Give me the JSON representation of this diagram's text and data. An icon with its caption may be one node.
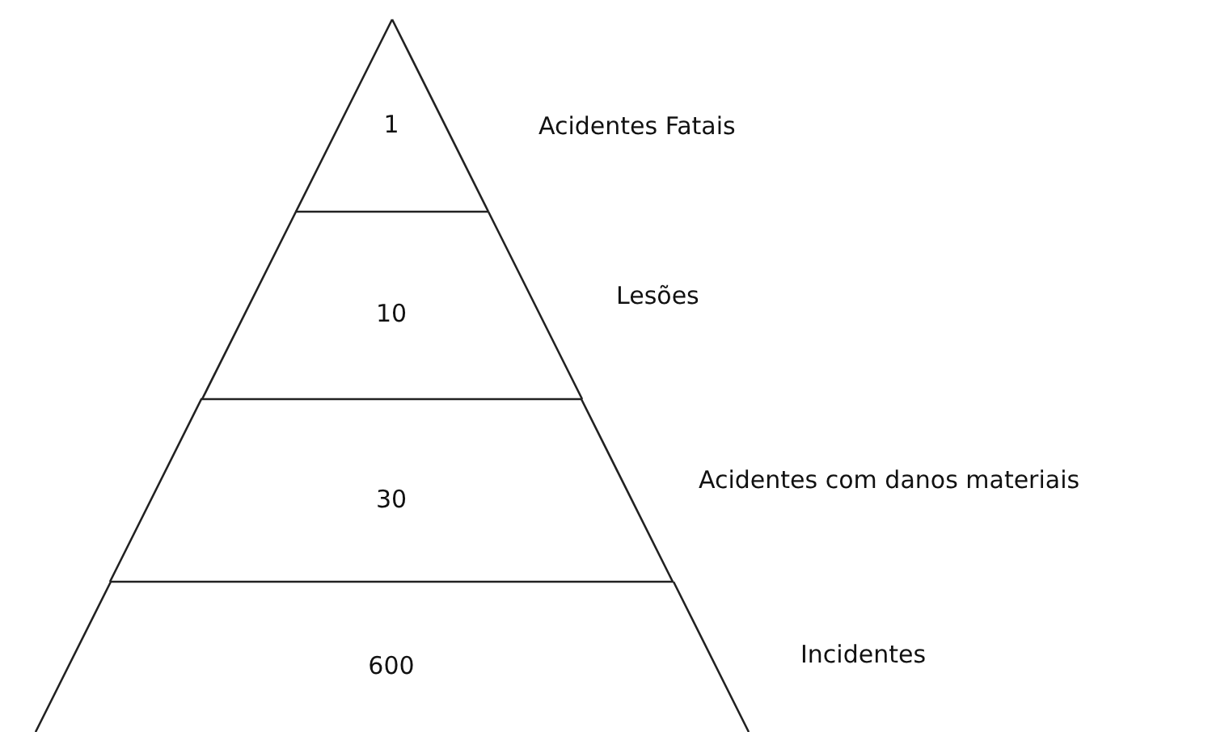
{
  "diagram": {
    "nodes": [
      {
        "text": [
          "1"
        ],
        "beside": [
          "Acidentes Fatais"
        ]
      },
      {
        "text": [
          "10"
        ],
        "beside": [
          "Lesões"
        ]
      },
      {
        "text": [
          "30"
        ],
        "beside": [
          "Acidentes com danos materiais"
        ]
      },
      {
        "text": [
          "600"
        ],
        "beside": [
          "Incidentes"
        ]
      }
    ]
  }
}
